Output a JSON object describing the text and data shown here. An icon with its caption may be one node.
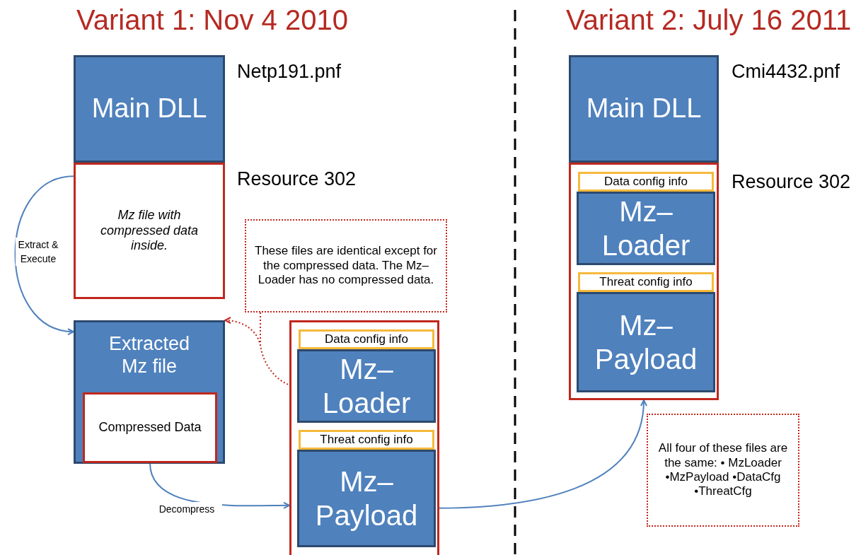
{
  "diagram": {
    "nodes": [
      {
        "text": [
          "Main DLL"
        ],
        "beside": [
          "Netp191.pnf"
        ]
      },
      {
        "text": [
          "Mz file with compressed data inside."
        ],
        "beside": [
          "Resource 302"
        ]
      },
      {
        "text": [
          "Extracted Mz file"
        ]
      },
      {
        "text": [
          "Compressed Data"
        ],
        "in": 2
      },
      {
        "text": [],
        "shape": "box"
      },
      {
        "text": [
          "Data config info"
        ],
        "in": 4
      },
      {
        "text": [
          "Mz–Loader"
        ],
        "in": 4
      },
      {
        "text": [
          "Threat config info"
        ],
        "in": 4
      },
      {
        "text": [
          "Mz–Payload"
        ],
        "in": 4
      },
      {
        "text": [
          "These files are identical except for the compressed data. The Mz–Loader has no compressed data."
        ]
      },
      {
        "text": [
          "Main DLL"
        ],
        "beside": [
          "Cmi4432.pnf"
        ]
      },
      {
        "text": [],
        "shape": "box",
        "beside": [
          "Resource 302"
        ]
      },
      {
        "text": [
          "Data config info"
        ],
        "in": 11
      },
      {
        "text": [
          "Mz–Loader"
        ],
        "in": 11
      },
      {
        "text": [
          "Threat config info"
        ],
        "in": 11
      },
      {
        "text": [
          "Mz–Payload"
        ],
        "in": 11
      },
      {
        "text": [
          "All four of these files are the same: • MzLoader •MzPayload •DataCfg •ThreatCfg"
        ]
      }
    ],
    "edges": [
      {
        "from": 1,
        "to": 2,
        "arrow": "to",
        "label": "Extract & Execute"
      },
      {
        "from": 3,
        "to": 4,
        "arrow": "to",
        "label": "Decompress"
      },
      {
        "from": 9,
        "to": 2,
        "arrow": "to",
        "style": "dashed",
        "color": "#c0281e"
      },
      {
        "from": 9,
        "to": 6,
        "arrow": "to",
        "style": "dashed",
        "color": "#c0281e"
      },
      {
        "from": 8,
        "to": 11,
        "arrow": "to"
      }
    ],
    "labels": [
      "Variant 1: Nov 4 2010",
      "Variant 2: July 16 2011"
    ]
  }
}
